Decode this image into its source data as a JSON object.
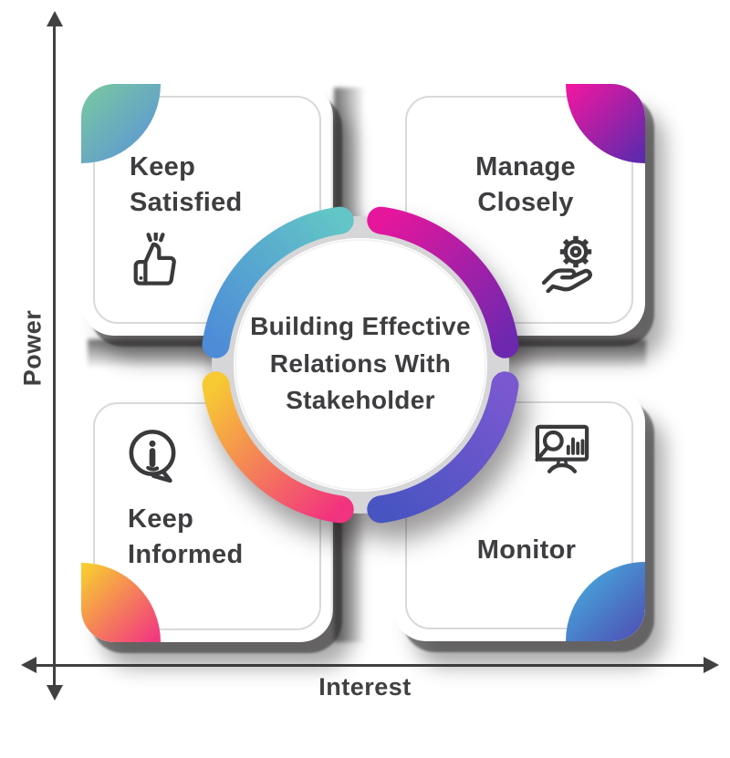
{
  "title": "Building Effective Relations With Stakeholder",
  "axes": {
    "y_label": "Power",
    "x_label": "Interest",
    "color": "#414042"
  },
  "center": {
    "title": "Building Effective Relations With Stakeholder",
    "ring_segments": [
      {
        "position": "top-left",
        "gradient": [
          "#4E8CD8",
          "#62C5C6"
        ]
      },
      {
        "position": "top-right",
        "gradient": [
          "#E6169C",
          "#6D28B0"
        ]
      },
      {
        "position": "bottom-right",
        "gradient": [
          "#7A58D0",
          "#4754C2"
        ]
      },
      {
        "position": "bottom-left",
        "gradient": [
          "#F2337F",
          "#F7C933"
        ]
      }
    ],
    "inner_ring_color": "#D6D6D8"
  },
  "quadrants": [
    {
      "id": "keep-satisfied",
      "position": "top-left",
      "label": "Keep Satisfied",
      "label_line1": "Keep",
      "label_line2": "Satisfied",
      "icon": "thumbs-up-icon",
      "corner_gradient": [
        "#79C7A2",
        "#5A92D9"
      ]
    },
    {
      "id": "manage-closely",
      "position": "top-right",
      "label": "Manage Closely",
      "label_line1": "Manage",
      "label_line2": "Closely",
      "icon": "gear-hand-icon",
      "corner_gradient": [
        "#ED17A1",
        "#5C2AAD"
      ]
    },
    {
      "id": "keep-informed",
      "position": "bottom-left",
      "label": "Keep Informed",
      "label_line1": "Keep",
      "label_line2": "Informed",
      "icon": "info-bubble-icon",
      "corner_gradient": [
        "#F8CB31",
        "#F2387F"
      ]
    },
    {
      "id": "monitor",
      "position": "bottom-right",
      "label": "Monitor",
      "label_line1": "Monitor",
      "label_line2": "",
      "icon": "monitor-chart-icon",
      "corner_gradient": [
        "#45AEDE",
        "#4F50B5"
      ]
    }
  ],
  "colors": {
    "text": "#3E3E41",
    "card_background": "#FFFFFF",
    "card_inner_border": "#D9D9D9",
    "shadow": "#282627"
  }
}
